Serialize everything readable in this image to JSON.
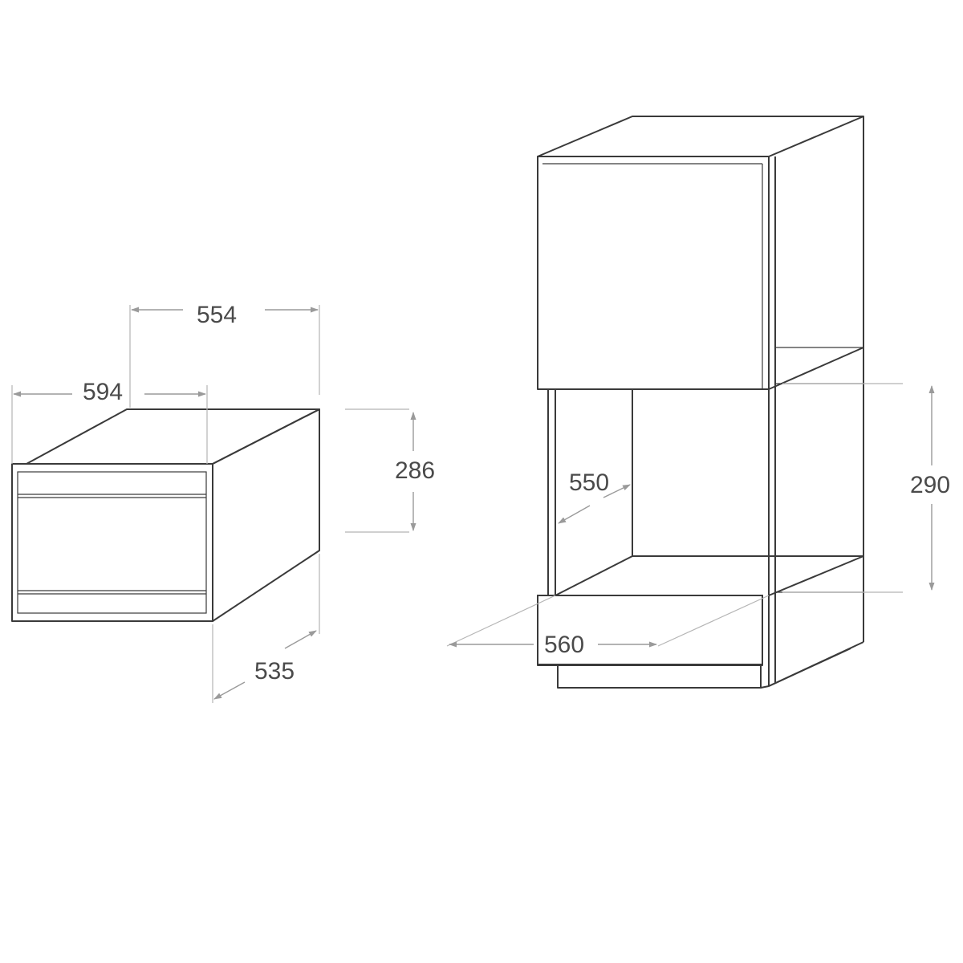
{
  "dimensions": {
    "appliance_width_inner": "554",
    "appliance_width_outer": "594",
    "appliance_height": "286",
    "appliance_depth": "535",
    "niche_depth": "550",
    "niche_height": "290",
    "niche_width": "560"
  },
  "colors": {
    "outline": "#3a3a3a",
    "dimension_line": "#9a9a9a",
    "extension_line": "#b5b5b5",
    "text": "#4a4a4a",
    "background": "#ffffff"
  },
  "icons": [
    "dimension-arrow"
  ]
}
